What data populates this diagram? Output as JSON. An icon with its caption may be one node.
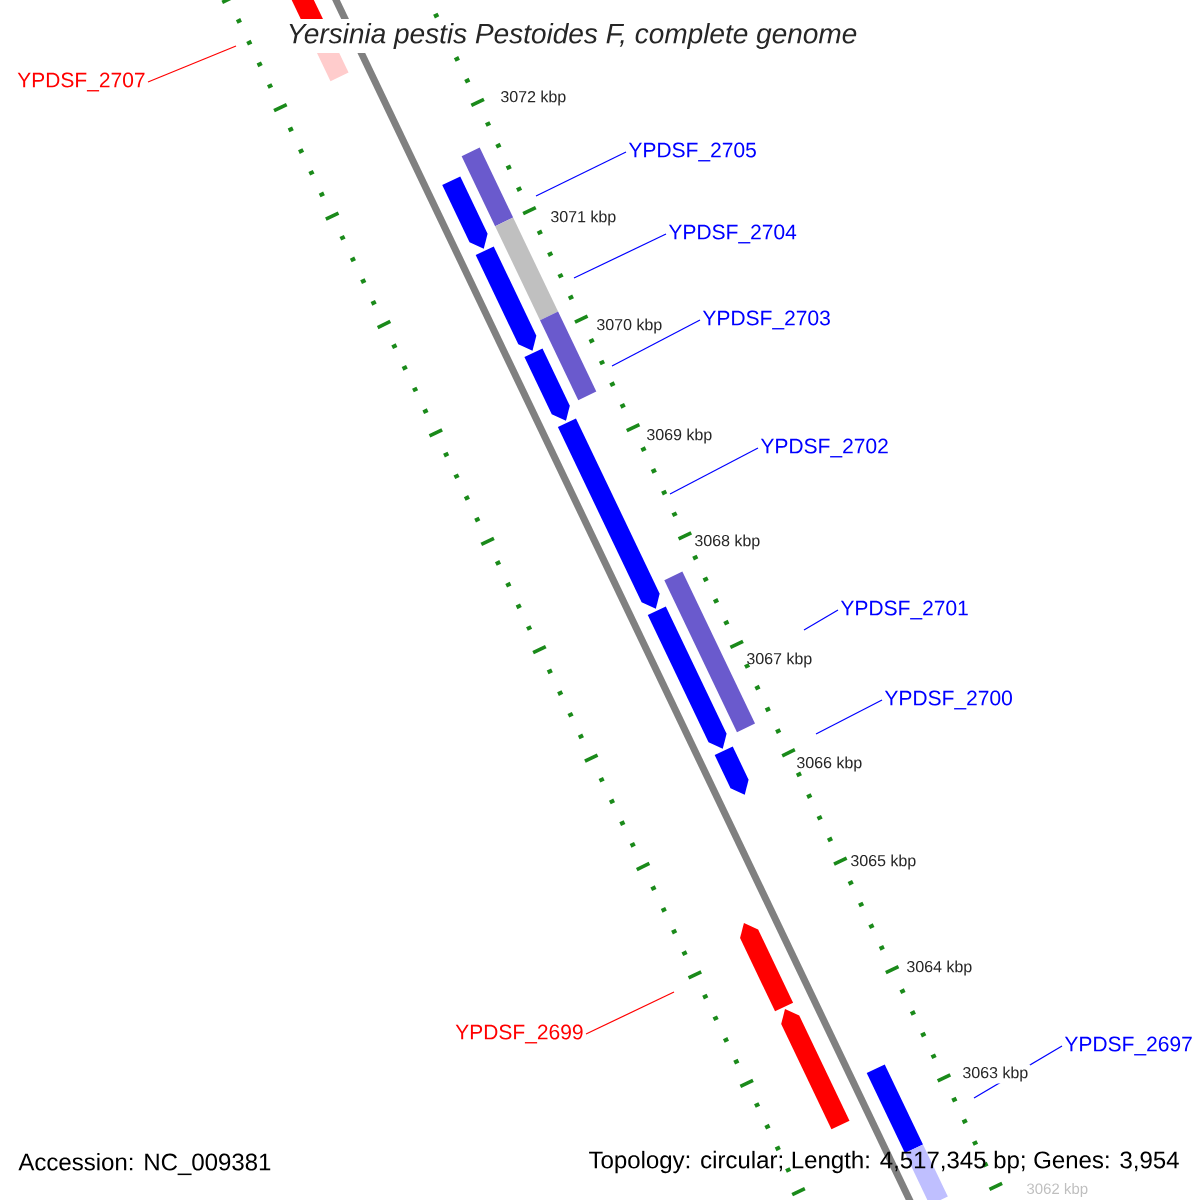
{
  "diagram": {
    "title": "Yersinia pestis Pestoides F, complete genome",
    "nodes": [
      {
        "text": [
          "YPDSF_2707"
        ]
      },
      {
        "text": [
          "YPDSF_2705"
        ]
      },
      {
        "text": [
          "YPDSF_2704"
        ]
      },
      {
        "text": [
          "YPDSF_2703"
        ]
      },
      {
        "text": [
          "YPDSF_2702"
        ]
      },
      {
        "text": [
          "YPDSF_2701"
        ]
      },
      {
        "text": [
          "YPDSF_2700"
        ]
      },
      {
        "text": [
          "YPDSF_2699"
        ]
      },
      {
        "text": [
          "YPDSF_2697"
        ]
      }
    ],
    "edges": [
      {
        "from": 0,
        "to": null,
        "arrow": "none",
        "color": "#ff0000"
      },
      {
        "from": 1,
        "to": null,
        "arrow": "none"
      },
      {
        "from": 2,
        "to": null,
        "arrow": "none"
      },
      {
        "from": 3,
        "to": null,
        "arrow": "none"
      },
      {
        "from": 4,
        "to": null,
        "arrow": "none"
      },
      {
        "from": 5,
        "to": null,
        "arrow": "none"
      },
      {
        "from": 6,
        "to": null,
        "arrow": "none"
      },
      {
        "from": 7,
        "to": null,
        "arrow": "none",
        "color": "#ff0000"
      },
      {
        "from": 8,
        "to": null,
        "arrow": "none"
      }
    ],
    "labels": [
      "3072 kbp",
      "3071 kbp",
      "3070 kbp",
      "3069 kbp",
      "3068 kbp",
      "3067 kbp",
      "3066 kbp",
      "3065 kbp",
      "3064 kbp",
      "3063 kbp",
      "Accession: NC_009381",
      "Topology: circular; Length: 4,517,345 bp; Genes: 3,954",
      "3062 kbp"
    ]
  }
}
